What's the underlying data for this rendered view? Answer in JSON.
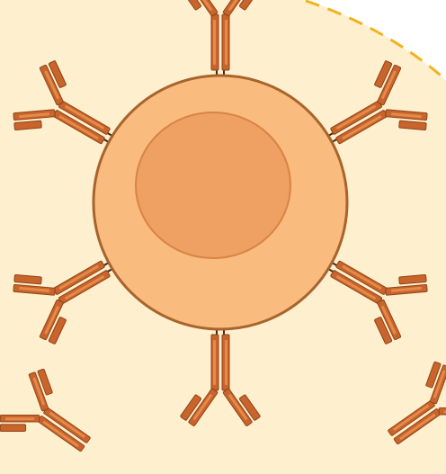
{
  "diagram": {
    "elements": [
      {
        "kind": "cell",
        "icon": "b-cell-icon",
        "part": "cell-membrane"
      },
      {
        "kind": "nucleus",
        "icon": "nucleus-icon"
      },
      {
        "kind": "membrane-receptor",
        "icon": "antibody-icon",
        "count": 6,
        "arrangement": "radial"
      },
      {
        "kind": "free-antibody",
        "icon": "antibody-icon",
        "count": 2
      }
    ],
    "boundary": {
      "style": "dashed",
      "icon": "dashed-boundary-curve"
    }
  },
  "colors": {
    "background": "#FEF0CE",
    "background_corner": "#FFFFFF",
    "boundary_line": "#F2B21E",
    "cell_fill": "#F9BB7E",
    "cell_stroke": "#A8642C",
    "nucleus_fill": "#EFA063",
    "nucleus_stroke": "#D88444",
    "antibody_fill": "#C8642C",
    "antibody_stroke": "#8E4417",
    "antibody_inner": "#E68A4A",
    "antibody_faded_fill": "#E5C097",
    "antibody_faded_stroke": "#C99C72",
    "stalk": "#3A2A20"
  }
}
